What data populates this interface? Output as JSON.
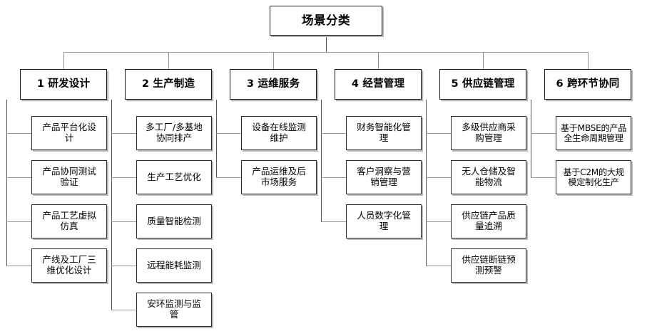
{
  "diagram": {
    "title": "场景分类",
    "root": {
      "label": "场景分类"
    },
    "columns": [
      {
        "id": "col-1",
        "header": "1 研发设计",
        "items": [
          "产品平台化设\n计",
          "产品协同测试\n验证",
          "产品工艺虚拟\n仿真",
          "产线及工厂三\n维优化设计"
        ]
      },
      {
        "id": "col-2",
        "header": "2 生产制造",
        "items": [
          "多工厂/多基地\n协同排产",
          "生产工艺优化",
          "质量智能检测",
          "远程能耗监测",
          "安环监测与监\n管"
        ]
      },
      {
        "id": "col-3",
        "header": "3 运维服务",
        "items": [
          "设备在线监测\n维护",
          "产品运维及后\n市场服务"
        ]
      },
      {
        "id": "col-4",
        "header": "4 经营管理",
        "items": [
          "财务智能化管\n理",
          "客户洞察与营\n销管理",
          "人员数字化管\n理"
        ]
      },
      {
        "id": "col-5",
        "header": "5 供应链管理",
        "items": [
          "多级供应商采\n购管理",
          "无人仓储及智\n能物流",
          "供应链产品质\n量追溯",
          "供应链断链预\n测预警"
        ]
      },
      {
        "id": "col-6",
        "header": "6 跨环节协同",
        "items": [
          "基于MBSE的产品\n全生命周期管理",
          "基于C2M的大规\n模定制化生产"
        ]
      }
    ]
  },
  "style": {
    "border_color": "#1a1a1a",
    "shadow_color": "#bcbcbc",
    "line_color": "#9a9a9a",
    "background": "#ffffff",
    "text_color": "#000000"
  }
}
